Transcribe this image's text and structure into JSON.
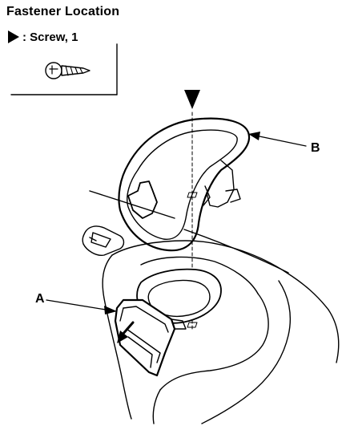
{
  "header": {
    "title": "Fastener Location"
  },
  "legend": {
    "text": ": Screw, 1"
  },
  "callouts": {
    "a": "A",
    "b": "B"
  },
  "colors": {
    "line": "#000000",
    "background": "#ffffff"
  },
  "icons": {
    "legend_marker": "triangle-arrow-icon",
    "screw": "screw-icon"
  }
}
